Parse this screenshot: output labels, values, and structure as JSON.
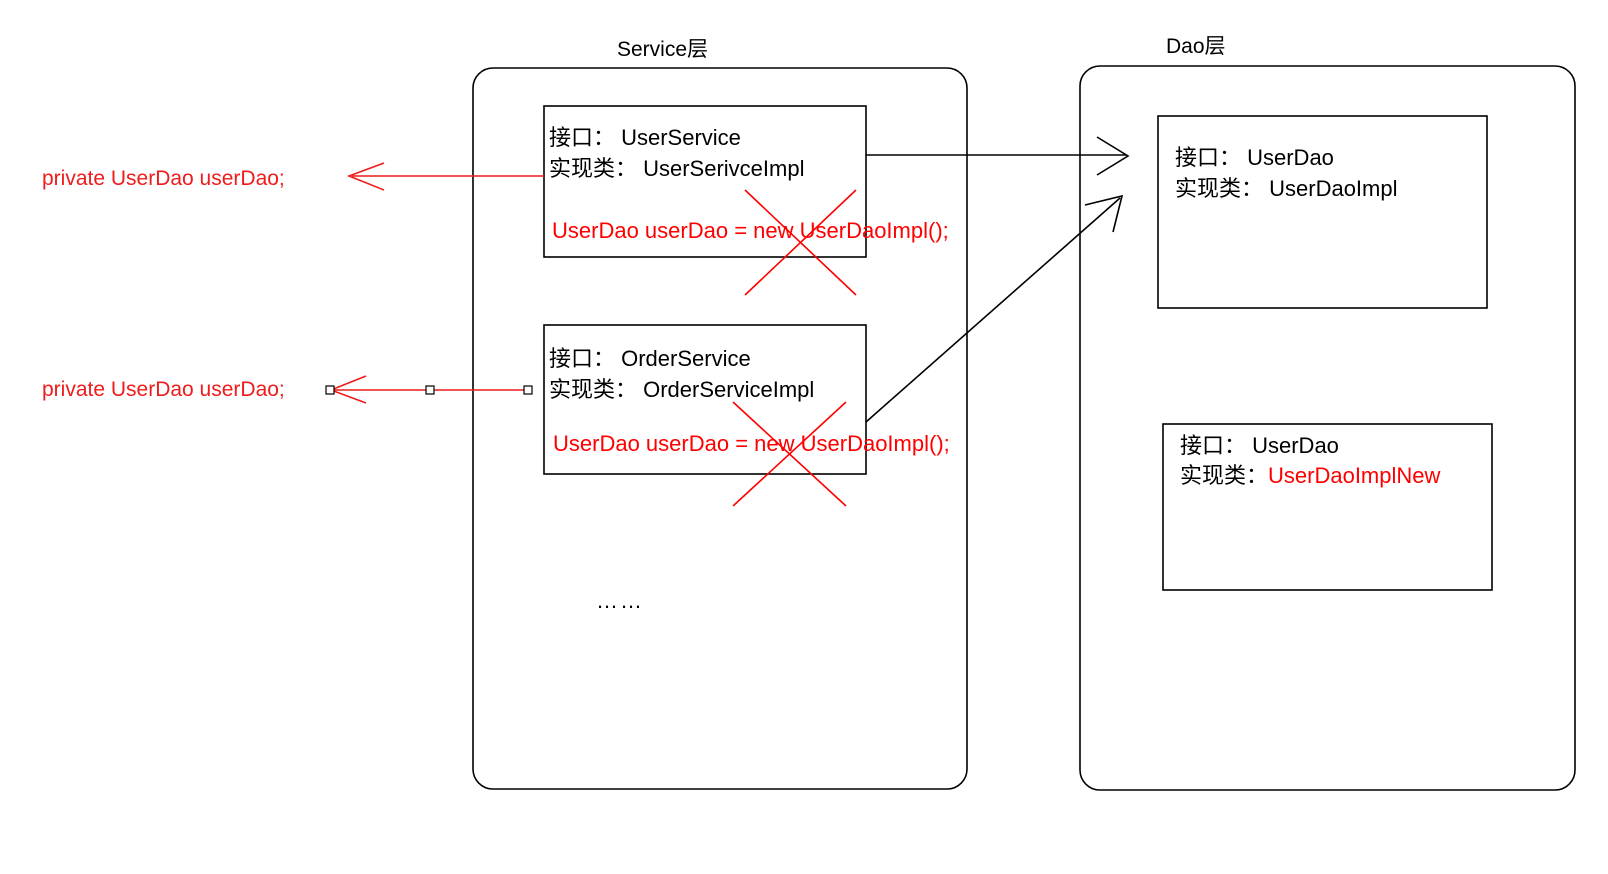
{
  "diagram": {
    "title_service_layer": "Service层",
    "title_dao_layer": "Dao层",
    "ellipsis": "……",
    "colors": {
      "stroke": "#000000",
      "red": "#ff0000",
      "side_red": "#ee1c1c",
      "background": "#ffffff"
    }
  },
  "service_layer": {
    "label": "Service层",
    "boxes": [
      {
        "interface_line": "接口： UserService",
        "impl_line": "实现类： UserSerivceImpl",
        "code_line": "UserDao userDao = new UserDaoImpl();",
        "code_struck_out": true
      },
      {
        "interface_line": "接口： OrderService",
        "impl_line": "实现类： OrderServiceImpl",
        "code_line": "UserDao userDao = new UserDaoImpl();",
        "code_struck_out": true
      }
    ],
    "more_indicator": "……"
  },
  "dao_layer": {
    "label": "Dao层",
    "boxes": [
      {
        "interface_line": "接口： UserDao",
        "impl_label": "实现类：",
        "impl_value": " UserDaoImpl",
        "impl_value_highlighted": false
      },
      {
        "interface_line": "接口： UserDao",
        "impl_label": "实现类：",
        "impl_value": "UserDaoImplNew",
        "impl_value_highlighted": true
      }
    ]
  },
  "annotations": [
    {
      "text": "private UserDao userDao;",
      "points_to": "UserService box",
      "color": "#ee1c1c"
    },
    {
      "text": "private UserDao userDao;",
      "points_to": "OrderService box",
      "color": "#ee1c1c",
      "selected_handles": true
    }
  ]
}
